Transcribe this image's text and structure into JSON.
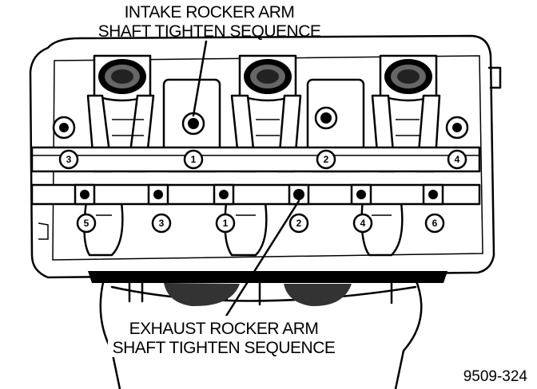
{
  "labels": {
    "intake_line1": "INTAKE ROCKER ARM",
    "intake_line2": "SHAFT TIGHTEN SEQUENCE",
    "exhaust_line1": "EXHAUST ROCKER ARM",
    "exhaust_line2": "SHAFT TIGHTEN SEQUENCE",
    "figure_number": "9509-324"
  },
  "intake_sequence": [
    "3",
    "1",
    "2",
    "4"
  ],
  "exhaust_sequence": [
    "5",
    "3",
    "1",
    "2",
    "4",
    "6"
  ]
}
